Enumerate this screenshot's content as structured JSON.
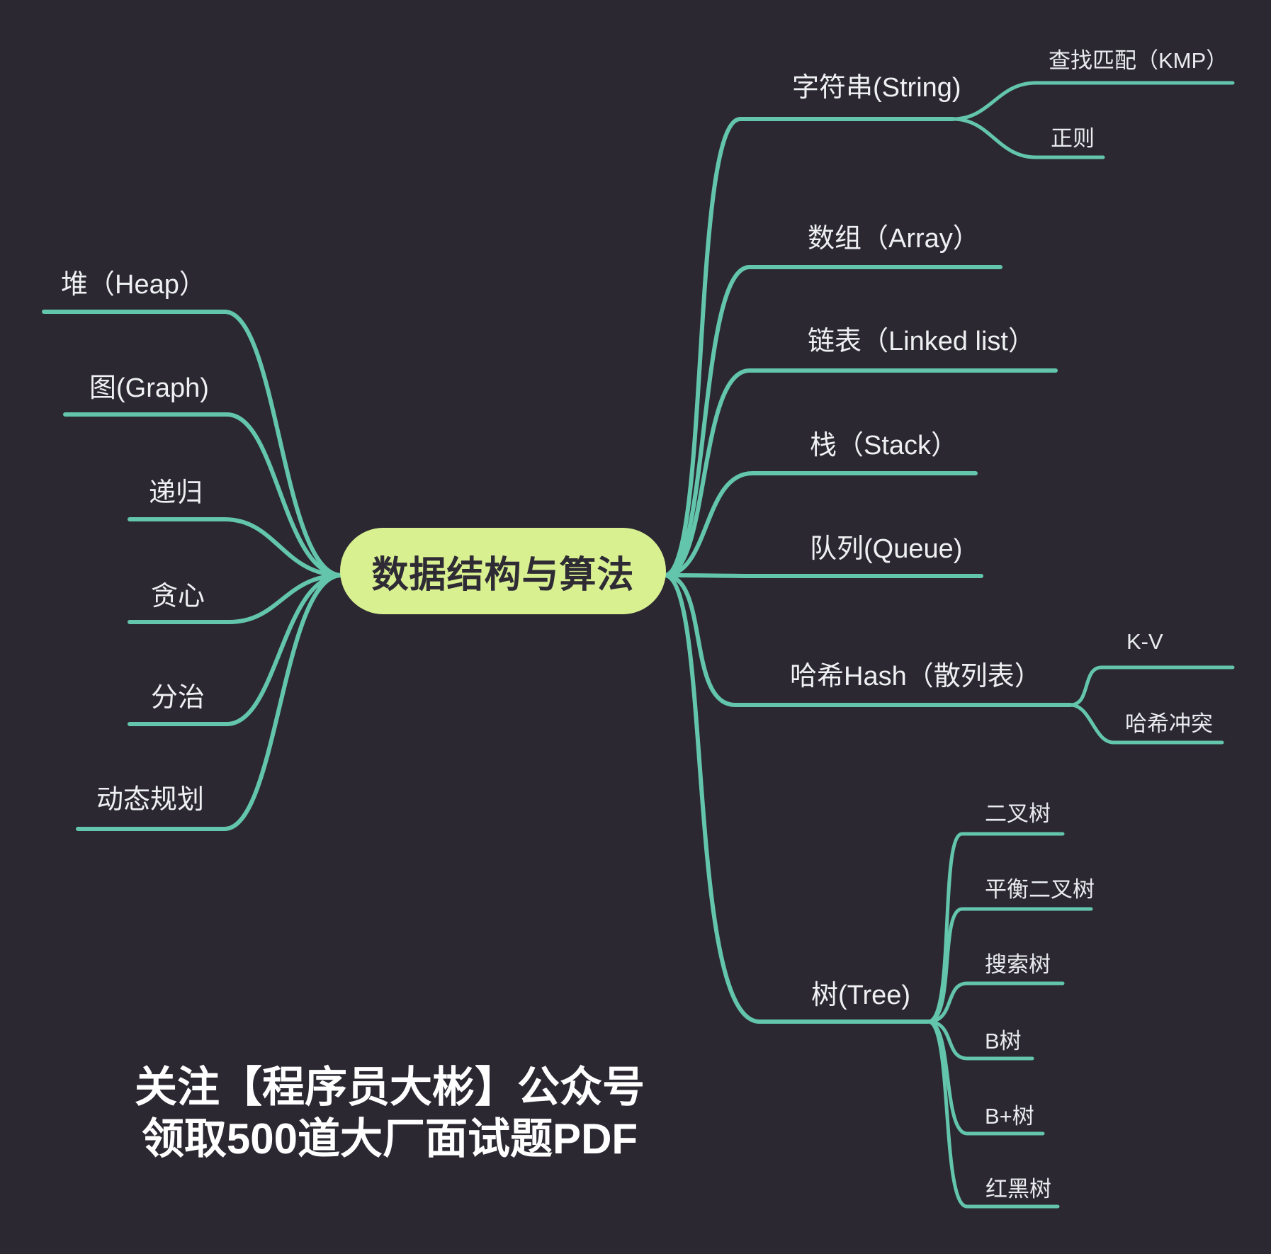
{
  "colors": {
    "background": "#2b2832",
    "branch": "#63c6ac",
    "center_fill": "#d9f091",
    "center_text": "#2e2b35",
    "node_text": "#eef0f2",
    "footer_text": "#ffffff"
  },
  "center": {
    "label": "数据结构与算法"
  },
  "left_branches": [
    {
      "label": "堆（Heap）"
    },
    {
      "label": "图(Graph)"
    },
    {
      "label": "递归"
    },
    {
      "label": "贪心"
    },
    {
      "label": "分治"
    },
    {
      "label": "动态规划"
    }
  ],
  "right_branches": [
    {
      "label": "字符串(String)",
      "children": [
        {
          "label": "查找匹配（KMP）"
        },
        {
          "label": "正则"
        }
      ]
    },
    {
      "label": "数组（Array）",
      "children": []
    },
    {
      "label": "链表（Linked list）",
      "children": []
    },
    {
      "label": "栈（Stack）",
      "children": []
    },
    {
      "label": "队列(Queue)",
      "children": []
    },
    {
      "label": "哈希Hash（散列表）",
      "children": [
        {
          "label": "K-V"
        },
        {
          "label": "哈希冲突"
        }
      ]
    },
    {
      "label": "树(Tree)",
      "children": [
        {
          "label": "二叉树"
        },
        {
          "label": "平衡二叉树"
        },
        {
          "label": "搜索树"
        },
        {
          "label": "B树"
        },
        {
          "label": "B+树"
        },
        {
          "label": "红黑树"
        }
      ]
    }
  ],
  "footer": {
    "line1": "关注【程序员大彬】公众号",
    "line2": "领取500道大厂面试题PDF"
  }
}
